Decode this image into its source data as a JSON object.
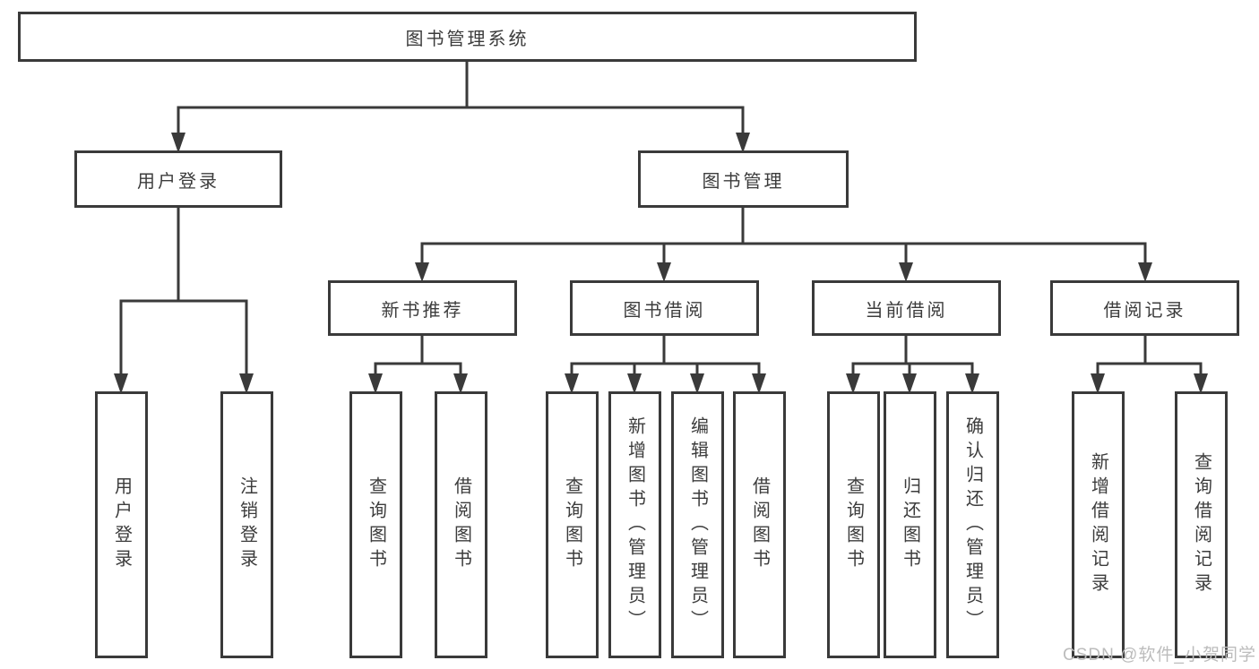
{
  "diagram": {
    "root": {
      "label": "图书管理系统"
    },
    "level2": [
      {
        "label": "用户登录"
      },
      {
        "label": "图书管理"
      }
    ],
    "level3": [
      {
        "label": "新书推荐"
      },
      {
        "label": "图书借阅"
      },
      {
        "label": "当前借阅"
      },
      {
        "label": "借阅记录"
      }
    ],
    "leaves": {
      "login": [
        "用户登录",
        "注销登录"
      ],
      "newbook": [
        "查询图书",
        "借阅图书"
      ],
      "borrow": [
        "查询图书",
        "新增图书（管理员）",
        "编辑图书（管理员）",
        "借阅图书"
      ],
      "current": [
        "查询图书",
        "归还图书",
        "确认归还（管理员）"
      ],
      "records": [
        "新增借阅记录",
        "查询借阅记录"
      ]
    }
  },
  "watermark": {
    "text": "CSDN @软件_小贺同学"
  },
  "colors": {
    "line": "#3a3a3a",
    "text": "#3c3c3c",
    "watermark": "#bcbcbc",
    "background": "#ffffff"
  }
}
